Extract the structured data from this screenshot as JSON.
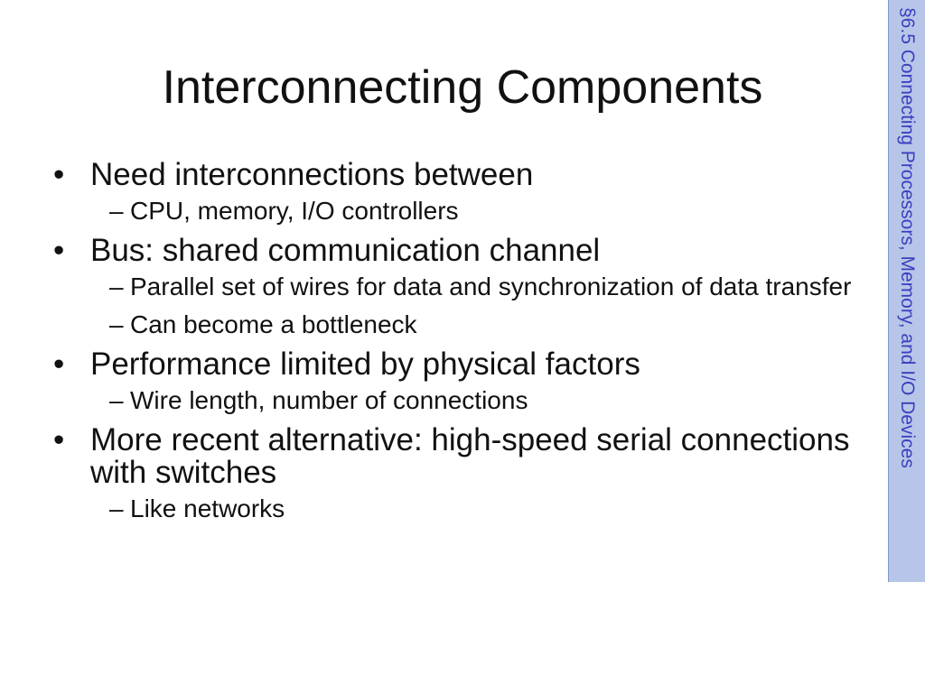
{
  "slide": {
    "title": "Interconnecting Components",
    "side_label": "§6.5 Connecting Processors, Memory, and I/O Devices",
    "bullet_symbol": "•",
    "sub_symbol": "–",
    "bullets": [
      {
        "text": "Need interconnections between"
      },
      {
        "text": "CPU, memory, I/O controllers",
        "level": 2
      },
      {
        "text": "Bus: shared communication channel"
      },
      {
        "text": "Parallel set of wires for data and synchronization of data transfer",
        "level": 2
      },
      {
        "text": "Can become a bottleneck",
        "level": 2
      },
      {
        "text": "Performance limited by physical factors"
      },
      {
        "text": "Wire length, number of connections",
        "level": 2
      },
      {
        "text": "More recent alternative: high-speed serial connections with switches"
      },
      {
        "text": "Like networks",
        "level": 2
      }
    ]
  }
}
